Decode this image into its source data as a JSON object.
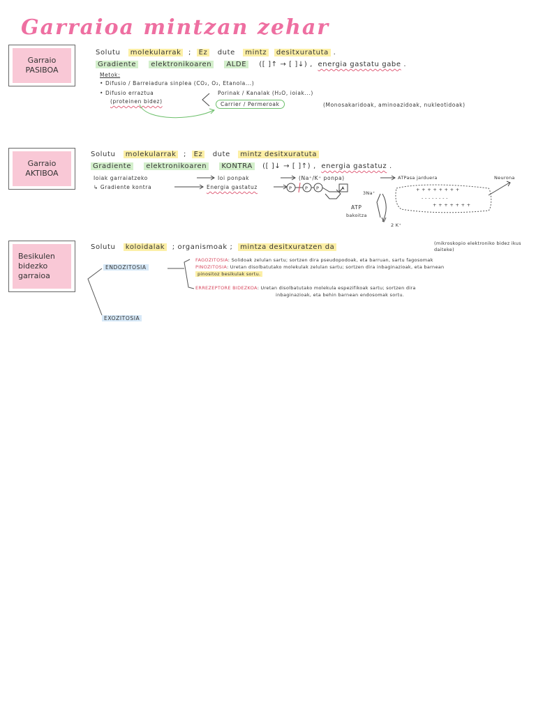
{
  "title": "Garraioa mintzan zehar",
  "sections": {
    "pasibo": {
      "box_label": "Garraio\nPASIBOA",
      "line1": [
        "Solutu",
        "molekularrak",
        ";",
        "Ez",
        "dute",
        "mintz",
        "desitxuratuta",
        "."
      ],
      "line2": [
        "Gradiente",
        "elektronikoaren",
        "ALDE",
        "([ ]↑ → [ ]↓)",
        ",",
        "energia gastatu gabe",
        "."
      ],
      "metodoak": "Metok:",
      "m1": "• Difusio / Barreiadura   sinplea   (CO₂, O₂, Etanola...)",
      "m2": "• Difusio   erraztua",
      "m2b": "(proteinen   bidez)",
      "porinak": "Porinak / Kanalak   (H₂O, ioiak...)",
      "carrier": "Carrier / Permeroak",
      "carrier_ex": "(Monosakaridoak, aminoazidoak, nukleotidoak)"
    },
    "aktibo": {
      "box_label": "Garraio\nAKTIBOA",
      "line1": [
        "Solutu",
        "molekularrak",
        ";",
        "Ez",
        "dute",
        "mintz desitxuratuta"
      ],
      "line2": [
        "Gradiente",
        "elektronikoaren",
        "KONTRA",
        "([ ]↓ → [ ]↑)",
        ",",
        "energia gastatuz",
        "."
      ],
      "l3a": "Ioiak garraiatzeko",
      "l3b": "Ioi ponpak",
      "l3c": "(Na⁺/K⁺ ponpa)",
      "l3d": "ATPasa jarduera",
      "l4a": "↳ Gradiente kontra",
      "l4b": "Energia gastatuz",
      "neurona": "Neurona",
      "na": "3Na⁺",
      "atp": "ATP",
      "bekoitza": "bakoitza",
      "k": "2 K⁺",
      "p1": "P",
      "p2": "P",
      "p3": "P",
      "a": "A",
      "plus": "+ + + + + + + +",
      "minus": "- - - - - - - -",
      "plus2": "+ + + + + + +"
    },
    "besikula": {
      "box_label": "Besikulen\nbidezko\ngarraioa",
      "line1": [
        "Solutu",
        "koloidalak",
        "; organismoak ;",
        "mintza desitxuratzen da"
      ],
      "note": "(mikroskopio elektroniko bidez ikus daiteke)",
      "endo": "ENDOZITOSIA",
      "exo": "EXOZITOSIA",
      "fago_label": "FAGOZITOSIA",
      "fago_text": ": Solidoak zelulan sartu; sortzen dira pseudopodoak, eta barruan, sartu fagosomak",
      "pino_label": "PINOZITOSIA",
      "pino_text": ": Uretan disolbatutako molekulak zelulan sartu; sortzen dira inbaginazioak, eta barnean",
      "pino_text2": "pinositoz besikulak sortu.",
      "erre_label": "ERREZEPTORE BIDEZKOA",
      "erre_text": ": Uretan disolbatutako molekula espezifikoak sartu; sortzen dira",
      "erre_text2": "inbaginazioak, eta behin barnean endosomak sortu."
    }
  }
}
